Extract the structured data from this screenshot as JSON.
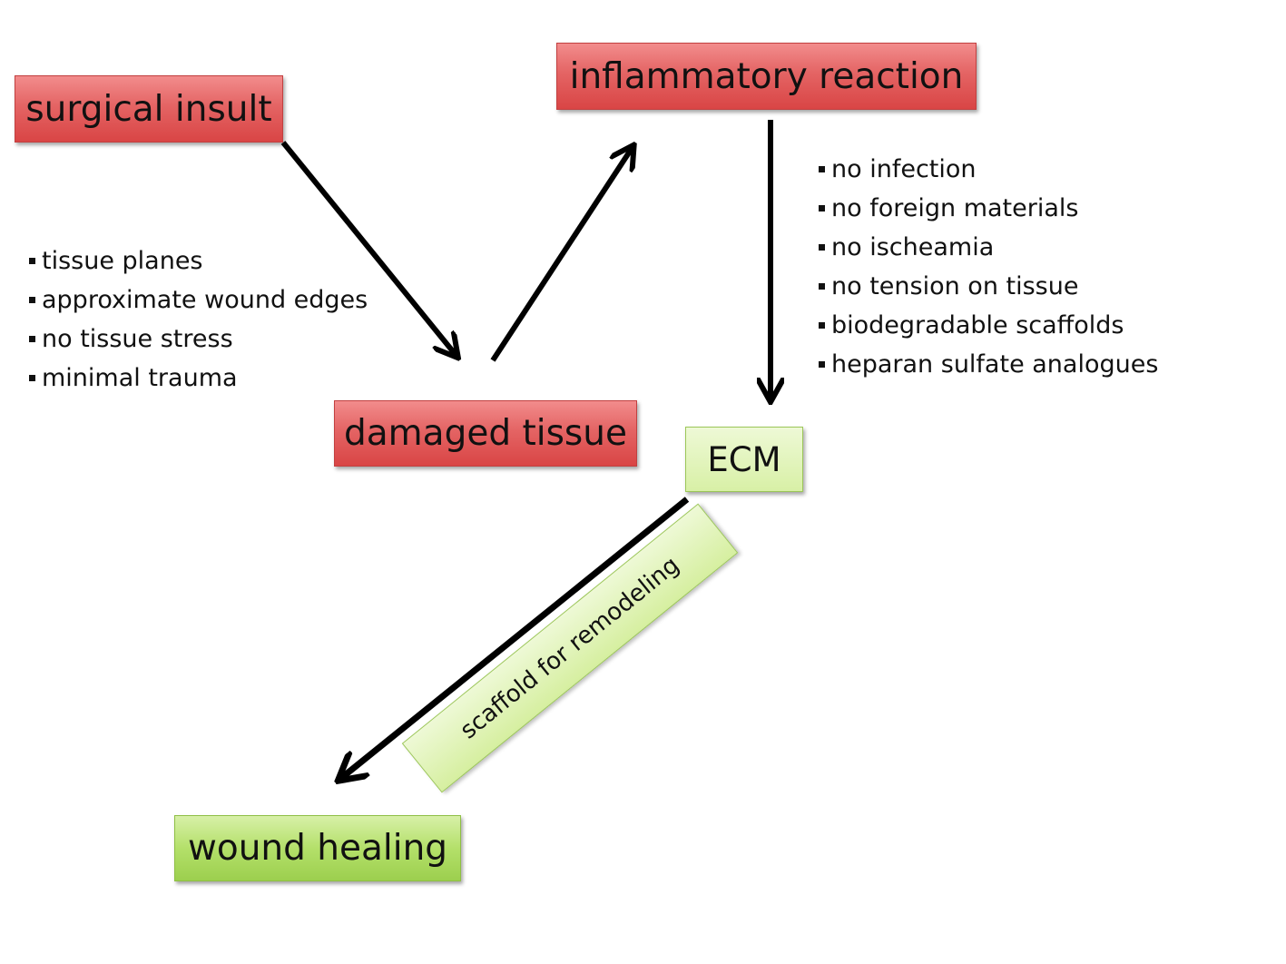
{
  "nodes": {
    "surgical_insult": "surgical insult",
    "inflammatory_reaction": "inflammatory reaction",
    "damaged_tissue": "damaged tissue",
    "ecm": "ECM",
    "wound_healing": "wound healing"
  },
  "left_factors": [
    "tissue planes",
    "approximate wound edges",
    "no tissue stress",
    "minimal trauma"
  ],
  "right_factors": [
    "no infection",
    "no foreign materials",
    "no ischeamia",
    "no tension on tissue",
    "biodegradable scaffolds",
    "heparan sulfate analogues"
  ],
  "edge_label": "scaffold for remodeling",
  "colors": {
    "red_box": "#e05a5a",
    "green_box": "#b4e06a",
    "pale_green_box": "#e4f5c0",
    "arrow": "#000000"
  }
}
